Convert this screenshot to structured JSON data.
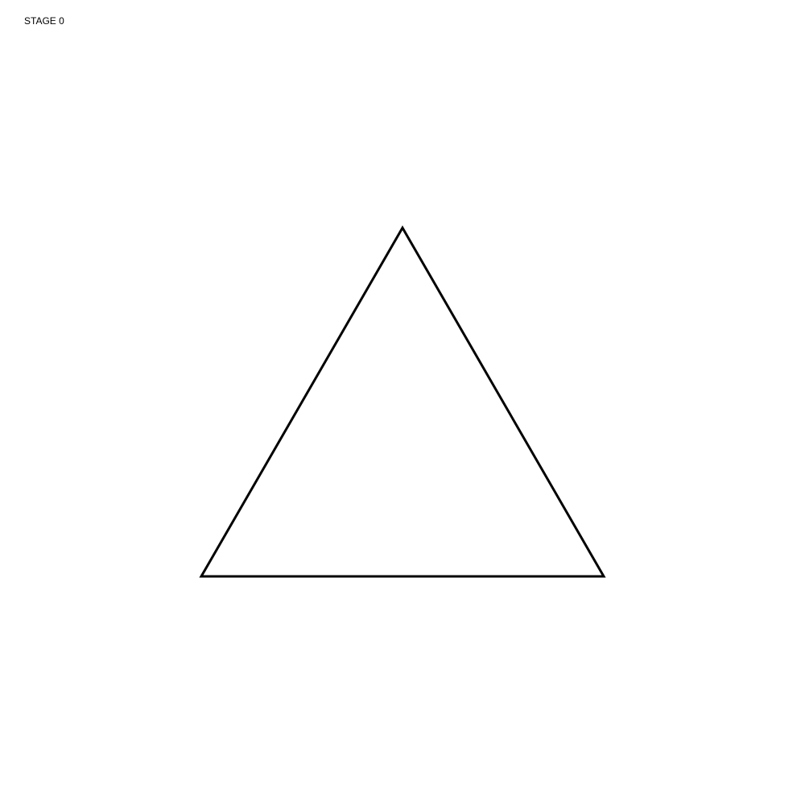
{
  "stage_label": "STAGE 0",
  "shape": {
    "kind": "triangle",
    "style": "outline",
    "stroke_color": "#000000",
    "fill_color": "#ffffff"
  }
}
